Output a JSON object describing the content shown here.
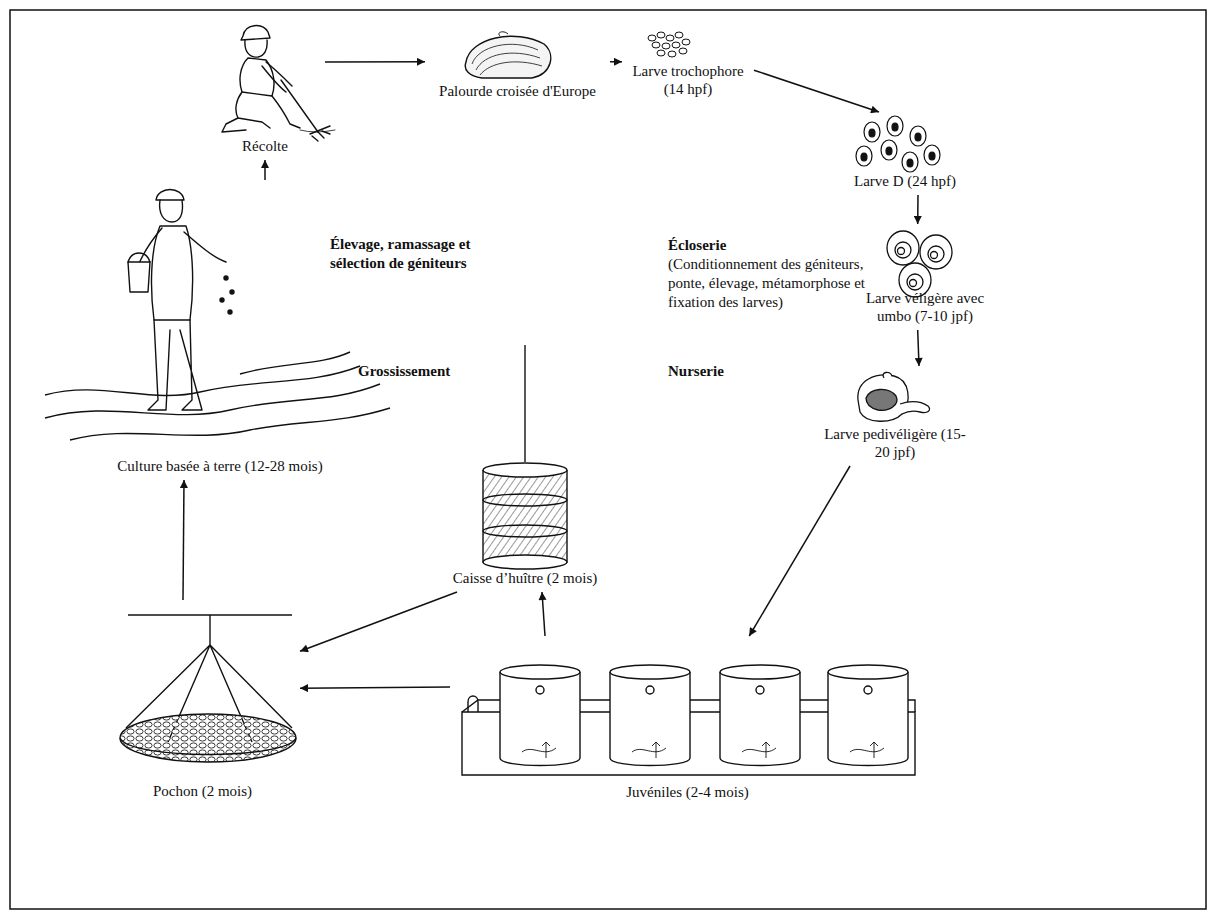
{
  "diagram": {
    "nodes": [
      {
        "text": [
          "Récolte"
        ]
      },
      {
        "text": [
          "Palourde croisée d'Europe"
        ]
      },
      {
        "text": [
          "Larve trochophore (14 hpf)"
        ]
      },
      {
        "text": [
          "Larve D (24 hpf)"
        ]
      },
      {
        "text": [
          "Larve véligère avec umbo (7-10 jpf)"
        ]
      },
      {
        "text": [
          "Larve pedivéligère (15-20 jpf)"
        ]
      },
      {
        "text": [
          "Juvéniles (2-4 mois)"
        ]
      },
      {
        "text": [
          "Caisse d’huître (2 mois)"
        ]
      },
      {
        "text": [
          "Pochon (2 mois)"
        ]
      },
      {
        "text": [
          "Culture basée à terre (12-28 mois)"
        ]
      }
    ],
    "edges": [
      {
        "from": 0,
        "to": 1,
        "arrow": "to"
      },
      {
        "from": 1,
        "to": 2,
        "arrow": "to"
      },
      {
        "from": 2,
        "to": 3,
        "arrow": "to"
      },
      {
        "from": 3,
        "to": 4,
        "arrow": "to"
      },
      {
        "from": 4,
        "to": 5,
        "arrow": "to"
      },
      {
        "from": 5,
        "to": 6,
        "arrow": "to"
      },
      {
        "from": 6,
        "to": 7,
        "arrow": "to"
      },
      {
        "from": 6,
        "to": 8,
        "arrow": "to"
      },
      {
        "from": 7,
        "to": 8,
        "arrow": "to"
      },
      {
        "from": 8,
        "to": 9,
        "arrow": "to"
      },
      {
        "from": 9,
        "to": 0,
        "arrow": "to"
      }
    ],
    "labels": [
      "Élevage, ramassage et sélection de géniteurs",
      "Écloserie",
      "(Conditionnement des géniteurs, ponte, élevage, métamorphose et fixation des larves)",
      "Grossissement",
      "Nurserie"
    ]
  }
}
